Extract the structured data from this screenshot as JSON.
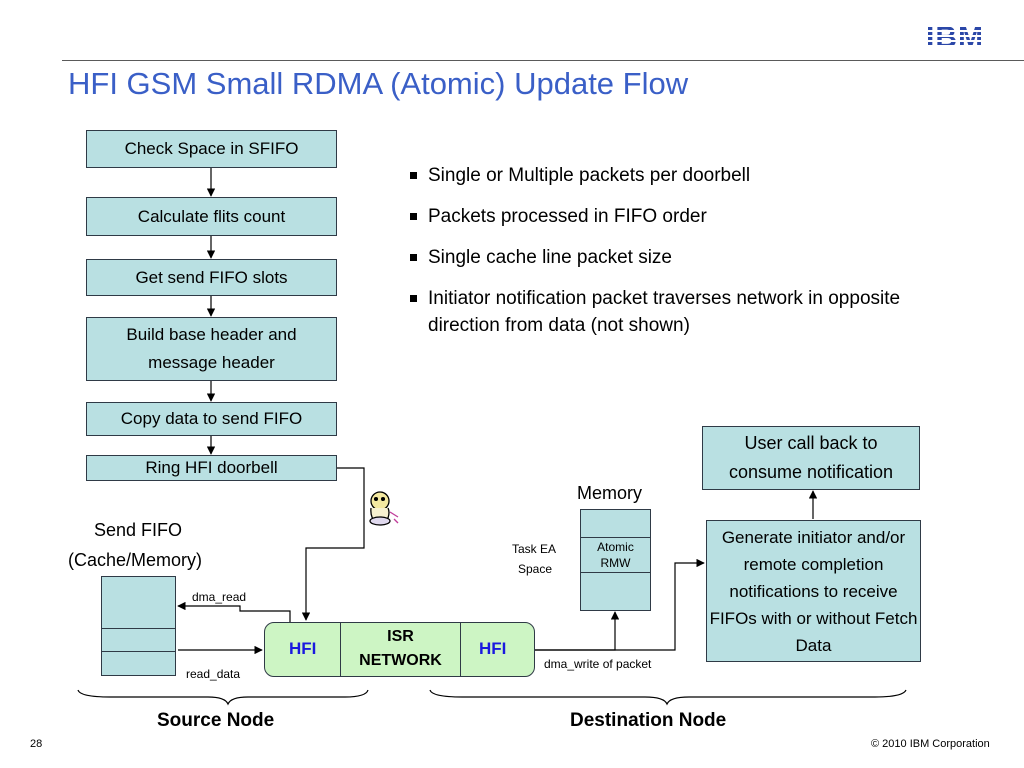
{
  "header": {
    "logo_text": "IBM",
    "title": "HFI GSM Small RDMA (Atomic) Update Flow"
  },
  "flow_steps": [
    "Check Space in SFIFO",
    "Calculate flits count",
    "Get send FIFO slots",
    "Build base header and message header",
    "Copy data to send FIFO",
    "Ring HFI doorbell"
  ],
  "bullets": [
    "Single or Multiple packets per doorbell",
    "Packets processed in FIFO order",
    "Single cache line packet size",
    "Initiator notification packet traverses network in opposite direction from data (not shown)"
  ],
  "diagram": {
    "send_fifo_label_line1": "Send FIFO",
    "send_fifo_label_line2": "(Cache/Memory)",
    "dma_read": "dma_read",
    "read_data": "read_data",
    "hfi_left": "HFI",
    "hfi_right": "HFI",
    "isr_line1": "ISR",
    "isr_line2": "NETWORK",
    "dma_write": "dma_write of packet",
    "memory_label": "Memory",
    "task_ea_line1": "Task EA",
    "task_ea_line2": "Space",
    "atomic_line1": "Atomic",
    "atomic_line2": "RMW",
    "generate_notifications": "Generate initiator and/or remote completion notifications to receive FIFOs with or without Fetch Data",
    "user_callback": "User call back to consume notification",
    "source_node": "Source Node",
    "destination_node": "Destination Node"
  },
  "footer": {
    "page_number": "28",
    "copyright": "© 2010 IBM Corporation"
  },
  "colors": {
    "box_fill": "#b9e0e2",
    "network_fill": "#cdf5c4",
    "title_blue": "#3a5fc7",
    "hfi_blue": "#1a1adf"
  }
}
